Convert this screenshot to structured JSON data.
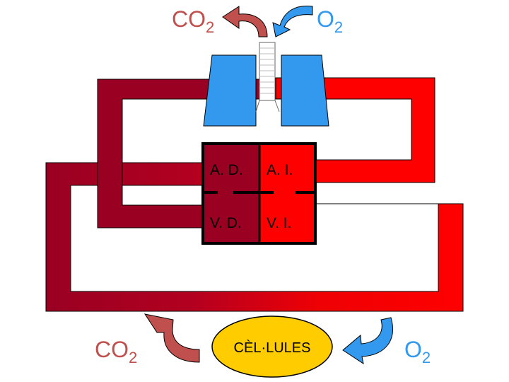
{
  "labels": {
    "co2_top": {
      "main": "CO",
      "sub": "2"
    },
    "o2_top": {
      "main": "O",
      "sub": "2"
    },
    "co2_bottom": {
      "main": "CO",
      "sub": "2"
    },
    "o2_bottom": {
      "main": "O",
      "sub": "2"
    }
  },
  "heart": {
    "right_atrium": "A. D.",
    "left_atrium": "A. I.",
    "right_ventricle": "V. D.",
    "left_ventricle": "V. I."
  },
  "cells": {
    "label": "CÈL·LULES"
  },
  "colors": {
    "deoxygenated": "#990022",
    "oxygenated": "#ff0000",
    "lungs": "#3399ee",
    "cells_fill": "#ffcc00",
    "co2_arrow": "#c0504d",
    "o2_arrow": "#3399ee",
    "co2_text": "#c0504d",
    "o2_text": "#3399ee"
  }
}
